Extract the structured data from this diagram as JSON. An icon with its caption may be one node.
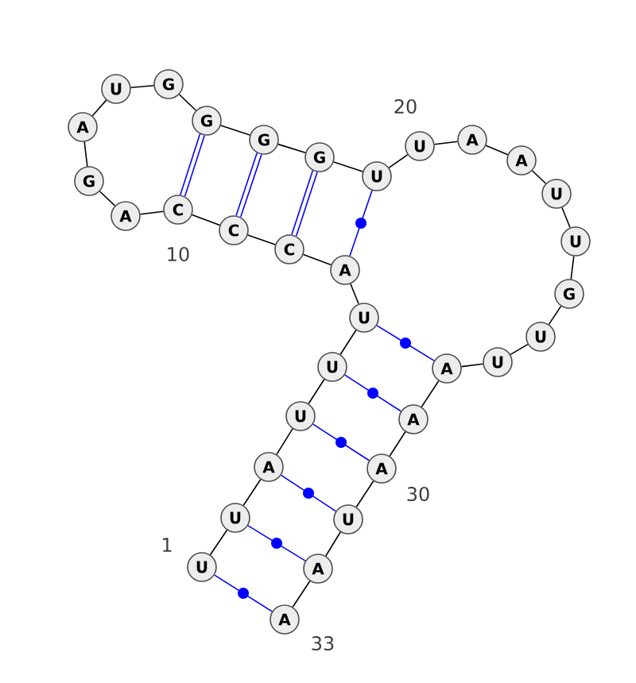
{
  "diagram": {
    "nodes": [
      {
        "text": [
          "U"
        ]
      },
      {
        "text": [
          "U"
        ]
      },
      {
        "text": [
          "A"
        ]
      },
      {
        "text": [
          "U"
        ]
      },
      {
        "text": [
          "U"
        ]
      },
      {
        "text": [
          "U"
        ]
      },
      {
        "text": [
          "A"
        ]
      },
      {
        "text": [
          "C"
        ]
      },
      {
        "text": [
          "C"
        ]
      },
      {
        "text": [
          "C"
        ]
      },
      {
        "text": [
          "A"
        ]
      },
      {
        "text": [
          "G"
        ]
      },
      {
        "text": [
          "A"
        ]
      },
      {
        "text": [
          "U"
        ]
      },
      {
        "text": [
          "G"
        ]
      },
      {
        "text": [
          "G"
        ]
      },
      {
        "text": [
          "G"
        ]
      },
      {
        "text": [
          "G"
        ]
      },
      {
        "text": [
          "U"
        ]
      },
      {
        "text": [
          "U"
        ]
      },
      {
        "text": [
          "A"
        ]
      },
      {
        "text": [
          "A"
        ]
      },
      {
        "text": [
          "U"
        ]
      },
      {
        "text": [
          "U"
        ]
      },
      {
        "text": [
          "G"
        ]
      },
      {
        "text": [
          "U"
        ]
      },
      {
        "text": [
          "U"
        ]
      },
      {
        "text": [
          "A"
        ]
      },
      {
        "text": [
          "A"
        ]
      },
      {
        "text": [
          "A"
        ]
      },
      {
        "text": [
          "U"
        ]
      },
      {
        "text": [
          "A"
        ]
      },
      {
        "text": [
          "A"
        ]
      }
    ],
    "edges": [
      {
        "from": 0,
        "to": 1,
        "arrow": "none"
      },
      {
        "from": 1,
        "to": 2,
        "arrow": "none"
      },
      {
        "from": 2,
        "to": 3,
        "arrow": "none"
      },
      {
        "from": 3,
        "to": 4,
        "arrow": "none"
      },
      {
        "from": 4,
        "to": 5,
        "arrow": "none"
      },
      {
        "from": 5,
        "to": 6,
        "arrow": "none"
      },
      {
        "from": 6,
        "to": 7,
        "arrow": "none"
      },
      {
        "from": 7,
        "to": 8,
        "arrow": "none"
      },
      {
        "from": 8,
        "to": 9,
        "arrow": "none"
      },
      {
        "from": 9,
        "to": 10,
        "arrow": "none"
      },
      {
        "from": 10,
        "to": 11,
        "arrow": "none"
      },
      {
        "from": 11,
        "to": 12,
        "arrow": "none"
      },
      {
        "from": 12,
        "to": 13,
        "arrow": "none"
      },
      {
        "from": 13,
        "to": 14,
        "arrow": "none"
      },
      {
        "from": 14,
        "to": 15,
        "arrow": "none"
      },
      {
        "from": 15,
        "to": 16,
        "arrow": "none"
      },
      {
        "from": 16,
        "to": 17,
        "arrow": "none"
      },
      {
        "from": 17,
        "to": 18,
        "arrow": "none"
      },
      {
        "from": 18,
        "to": 19,
        "arrow": "none"
      },
      {
        "from": 19,
        "to": 20,
        "arrow": "none"
      },
      {
        "from": 20,
        "to": 21,
        "arrow": "none"
      },
      {
        "from": 21,
        "to": 22,
        "arrow": "none"
      },
      {
        "from": 22,
        "to": 23,
        "arrow": "none"
      },
      {
        "from": 23,
        "to": 24,
        "arrow": "none"
      },
      {
        "from": 24,
        "to": 25,
        "arrow": "none"
      },
      {
        "from": 25,
        "to": 26,
        "arrow": "none"
      },
      {
        "from": 26,
        "to": 27,
        "arrow": "none"
      },
      {
        "from": 27,
        "to": 28,
        "arrow": "none"
      },
      {
        "from": 28,
        "to": 29,
        "arrow": "none"
      },
      {
        "from": 29,
        "to": 30,
        "arrow": "none"
      },
      {
        "from": 30,
        "to": 31,
        "arrow": "none"
      },
      {
        "from": 31,
        "to": 32,
        "arrow": "none"
      },
      {
        "from": 0,
        "to": 32,
        "arrow": "none",
        "color": "#0000ff"
      },
      {
        "from": 1,
        "to": 31,
        "arrow": "none",
        "color": "#0000ff"
      },
      {
        "from": 2,
        "to": 30,
        "arrow": "none",
        "color": "#0000ff"
      },
      {
        "from": 3,
        "to": 29,
        "arrow": "none",
        "color": "#0000ff"
      },
      {
        "from": 4,
        "to": 28,
        "arrow": "none",
        "color": "#0000ff"
      },
      {
        "from": 5,
        "to": 27,
        "arrow": "none",
        "color": "#0000ff"
      },
      {
        "from": 6,
        "to": 18,
        "arrow": "none",
        "color": "#0000ff"
      },
      {
        "from": 7,
        "to": 17,
        "arrow": "none",
        "style": "thick",
        "color": "#0000ff"
      },
      {
        "from": 8,
        "to": 16,
        "arrow": "none",
        "style": "thick",
        "color": "#0000ff"
      },
      {
        "from": 9,
        "to": 15,
        "arrow": "none",
        "style": "thick",
        "color": "#0000ff"
      }
    ],
    "labels": [
      "10",
      "20",
      "30",
      "1",
      "33"
    ]
  }
}
